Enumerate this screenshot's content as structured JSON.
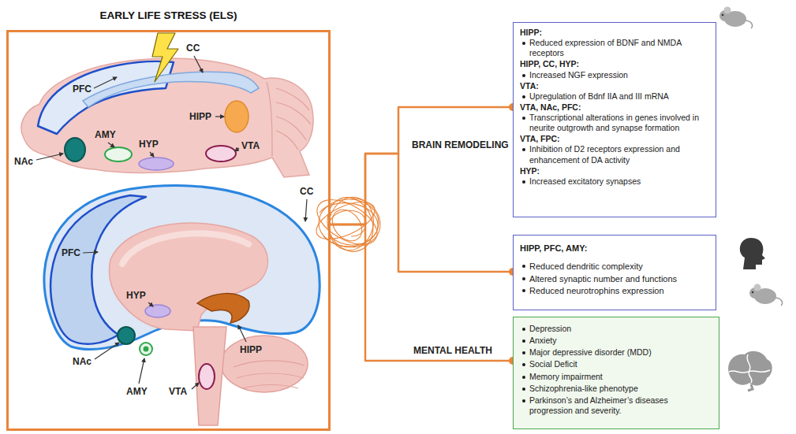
{
  "diagram": {
    "nodes": [
      {
        "text": [
          "EARLY LIFE STRESS (ELS)"
        ]
      },
      {
        "text": [
          "HIPP:",
          "Reduced expression of BDNF and NMDA receptors",
          "HIPP, CC, HYP:",
          "Increased NGF expression",
          "VTA:",
          "Upregulation of Bdnf IIA and III mRNA",
          "VTA, NAc, PFC:",
          "Transcriptional alterations in genes involved in neurite outgrowth and synapse formation",
          "VTA, FPC:",
          "Inhibition of D2 receptors expression and enhancement of DA activity",
          "HYP:",
          "Increased excitatory synapses"
        ]
      },
      {
        "text": [
          "HIPP, PFC, AMY:",
          "Reduced dendritic complexity",
          "Altered synaptic number and functions",
          "Reduced neurotrophins expression"
        ]
      },
      {
        "text": [
          "Depression",
          "Anxiety",
          "Major depressive disorder (MDD)",
          "Social Deficit",
          "Memory impairment",
          "Schizophrenia-like phenotype",
          "Parkinson’s and Alzheimer’s diseases progression and severity."
        ]
      }
    ],
    "edges": [
      {
        "from": 0,
        "to": 1,
        "label": "BRAIN REMODELING",
        "arrow": "none"
      },
      {
        "from": 0,
        "to": 2,
        "arrow": "none"
      },
      {
        "from": 0,
        "to": 3,
        "label": "MENTAL HEALTH",
        "arrow": "none"
      }
    ],
    "labels": [
      "PFC",
      "CC",
      "HIPP",
      "NAc",
      "AMY",
      "HYP",
      "VTA",
      "CC",
      "PFC",
      "HYP",
      "NAc",
      "HIPP",
      "AMY",
      "VTA"
    ]
  }
}
